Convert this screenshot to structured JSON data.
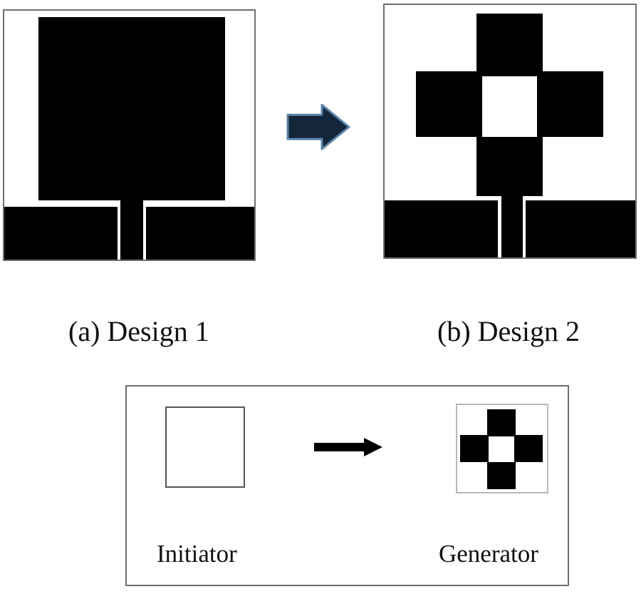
{
  "captions": {
    "design1": "(a) Design 1",
    "design2": "(b) Design 2"
  },
  "legend": {
    "initiator": "Initiator",
    "generator": "Generator"
  },
  "colors": {
    "patch": "#000000",
    "border": "#6e6e6e",
    "big_arrow_fill": "#13263a",
    "big_arrow_outline": "#5c84a8",
    "background": "#ffffff"
  },
  "icons": {
    "transition_arrow": "arrow-right-icon",
    "legend_arrow": "arrow-right-icon"
  }
}
